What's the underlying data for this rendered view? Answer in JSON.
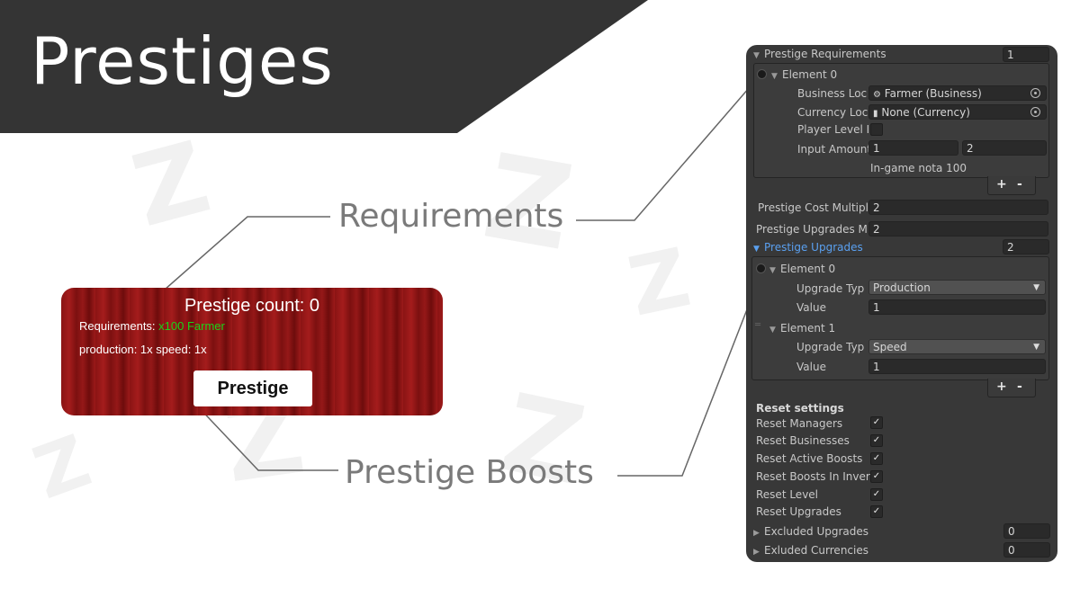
{
  "banner": {
    "title": "Prestiges"
  },
  "callouts": {
    "requirements": "Requirements",
    "boosts": "Prestige Boosts"
  },
  "game": {
    "title": "Prestige count: 0",
    "req_label": "Requirements: ",
    "req_value": "x100 Farmer",
    "production": "production: 1x speed: 1x",
    "button": "Prestige"
  },
  "inspector": {
    "prestige_requirements": {
      "label": "Prestige Requirements",
      "size": "1"
    },
    "req_element0": {
      "label": "Element 0",
      "business_label": "Business Loc",
      "business_value": "Farmer (Business)",
      "currency_label": "Currency Loc",
      "currency_value": "None (Currency)",
      "player_level_label": "Player Level I",
      "input_amount_label": "Input Amount",
      "input_amount_1": "1",
      "input_amount_2": "2",
      "note": "In-game nota 100"
    },
    "plus": "+",
    "minus": "-",
    "cost_multiplier": {
      "label": "Prestige Cost Multipl",
      "value": "2"
    },
    "upgrades_multiplier": {
      "label": "Prestige Upgrades M",
      "value": "2"
    },
    "prestige_upgrades": {
      "label": "Prestige Upgrades",
      "size": "2"
    },
    "up_element0": {
      "label": "Element 0",
      "type_label": "Upgrade Typ",
      "type_value": "Production",
      "value_label": "Value",
      "value": "1"
    },
    "up_element1": {
      "label": "Element 1",
      "type_label": "Upgrade Typ",
      "type_value": "Speed",
      "value_label": "Value",
      "value": "1"
    },
    "reset": {
      "heading": "Reset settings",
      "items": [
        "Reset Managers",
        "Reset Businesses",
        "Reset Active Boosts",
        "Reset Boosts In Inver",
        "Reset Level",
        "Reset Upgrades"
      ],
      "checked": [
        true,
        true,
        true,
        true,
        true,
        true
      ]
    },
    "excluded_upgrades": {
      "label": "Excluded Upgrades",
      "value": "0"
    },
    "excluded_currencies": {
      "label": "Exluded Currencies",
      "value": "0"
    },
    "colors": {
      "background": "#383838",
      "field": "#2a2a2a",
      "accent": "#5aa0f0"
    }
  },
  "colors": {
    "banner": "#343434",
    "game_green": "#19d419",
    "callout": "#7a7a7a"
  }
}
